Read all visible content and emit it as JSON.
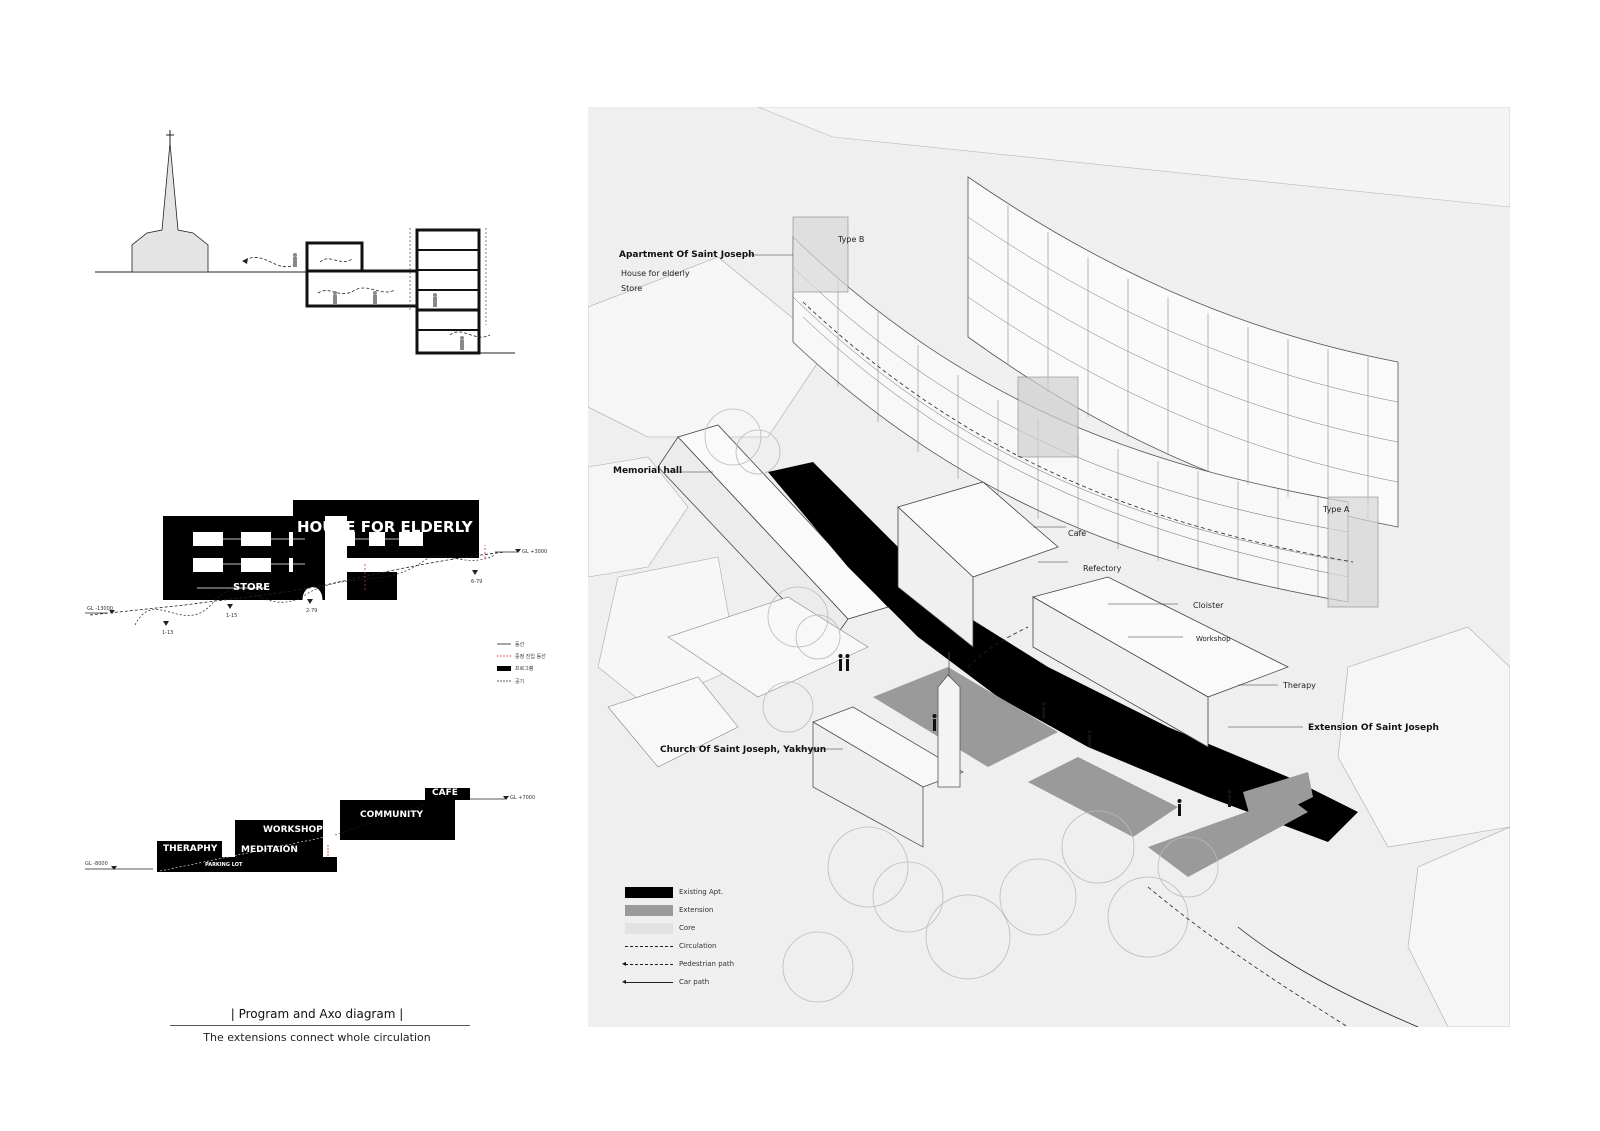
{
  "caption": {
    "title": "| Program and Axo diagram |",
    "subtitle": "The extensions connect whole circulation"
  },
  "elevation": {
    "house_label": "HOUSE FOR ELDERLY",
    "store_label": "STORE",
    "level_right": "GL +3000",
    "level_left": "GL -13000",
    "station_labels": [
      "1-13",
      "1-15",
      "2-79",
      "6-79"
    ],
    "legend": [
      "동선",
      "중정 진입 동선",
      "프로그램",
      "공기"
    ]
  },
  "program_section": {
    "cafe": "CAFE",
    "workshop": "WORKSHOP",
    "community": "COMMUNITY",
    "theraphy": "THERAPHY",
    "meditation": "MEDITAION",
    "parking": "PARKING LOT",
    "level_right": "GL +7000",
    "level_left": "GL -8000"
  },
  "axo": {
    "labels": {
      "apartment": "Apartment Of Saint Joseph",
      "apartment_sub1": "House for elderly",
      "apartment_sub2": "Store",
      "type_b": "Type B",
      "type_a": "Type A",
      "memorial": "Memorial hall",
      "cafe": "Cafe",
      "refectory": "Refectory",
      "cloister": "Cloister",
      "workshop": "Workshop",
      "therapy": "Therapy",
      "extension": "Extension Of Saint Joseph",
      "church": "Church Of Saint Joseph, Yakhyun"
    },
    "legend": [
      {
        "label": "Existing Apt.",
        "kind": "fill",
        "color": "#000000"
      },
      {
        "label": "Extension",
        "kind": "fill",
        "color": "#9a9a9a"
      },
      {
        "label": "Core",
        "kind": "fill",
        "color": "#e2e2e2"
      },
      {
        "label": "Circulation",
        "kind": "dash"
      },
      {
        "label": "Pedestrian path",
        "kind": "dash-arrow"
      },
      {
        "label": "Car path",
        "kind": "arrow"
      }
    ]
  },
  "colors": {
    "black": "#000000",
    "extension_gray": "#9a9a9a",
    "core_gray": "#e2e2e2",
    "panel_bg": "#efefef"
  }
}
